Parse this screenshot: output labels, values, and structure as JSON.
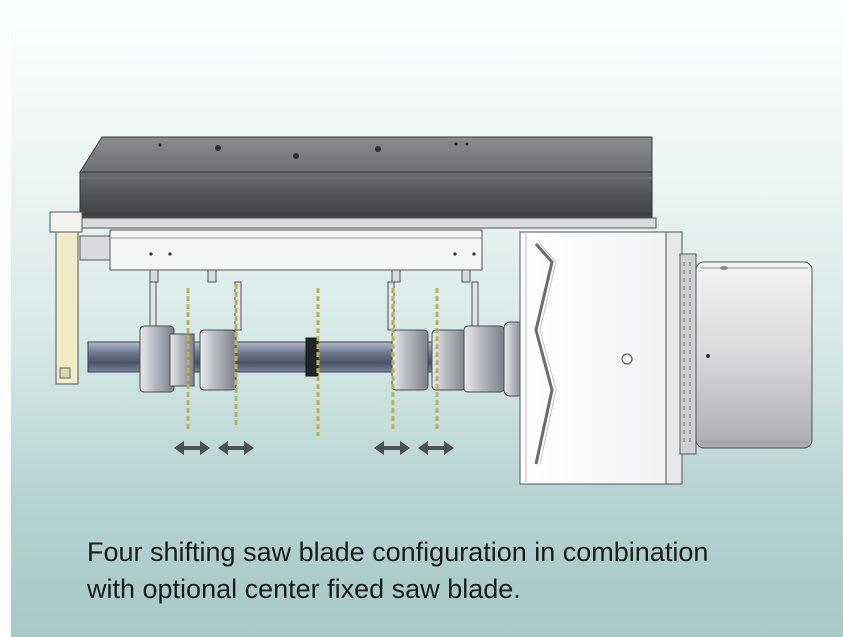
{
  "caption": {
    "line1": "Four shifting saw blade configuration in combination",
    "line2": "with optional center fixed saw blade."
  },
  "colors": {
    "background_top": "#fbfefe",
    "background_bottom": "#a7c9c7",
    "housing": "#5e6063",
    "blade": "#b8b84a",
    "arrow": "#4d5156",
    "text": "#1a1a1a"
  },
  "diagram": {
    "shifting_blades": 4,
    "fixed_center_blades": 1
  }
}
